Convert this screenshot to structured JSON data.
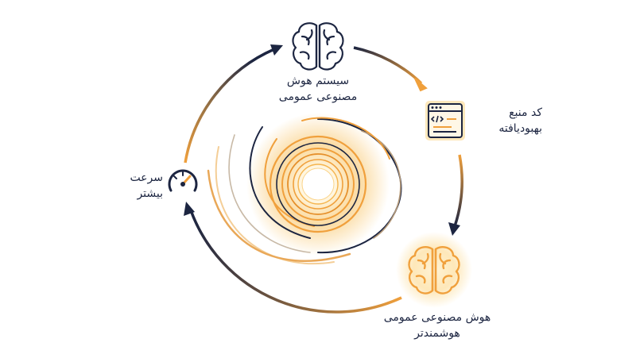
{
  "nodes": {
    "agi_system": {
      "line1": "سیستم هوش",
      "line2": "مصنوعی عمومی",
      "icon": "brain-icon"
    },
    "improved_code": {
      "line1": "کد منبع",
      "line2": "بهبودیافته",
      "icon": "code-window-icon"
    },
    "smarter_agi": {
      "line1": "هوش مصنوعی عمومی",
      "line2": "هوشمندتر",
      "icon": "glowing-brain-icon"
    },
    "faster_speed": {
      "line1": "سرعت",
      "line2": "بیشتر",
      "icon": "speedometer-icon"
    }
  },
  "colors": {
    "navy": "#1c2541",
    "orange": "#f0a03c",
    "light_orange": "#f7c66b",
    "glow": "#fff3d6"
  }
}
